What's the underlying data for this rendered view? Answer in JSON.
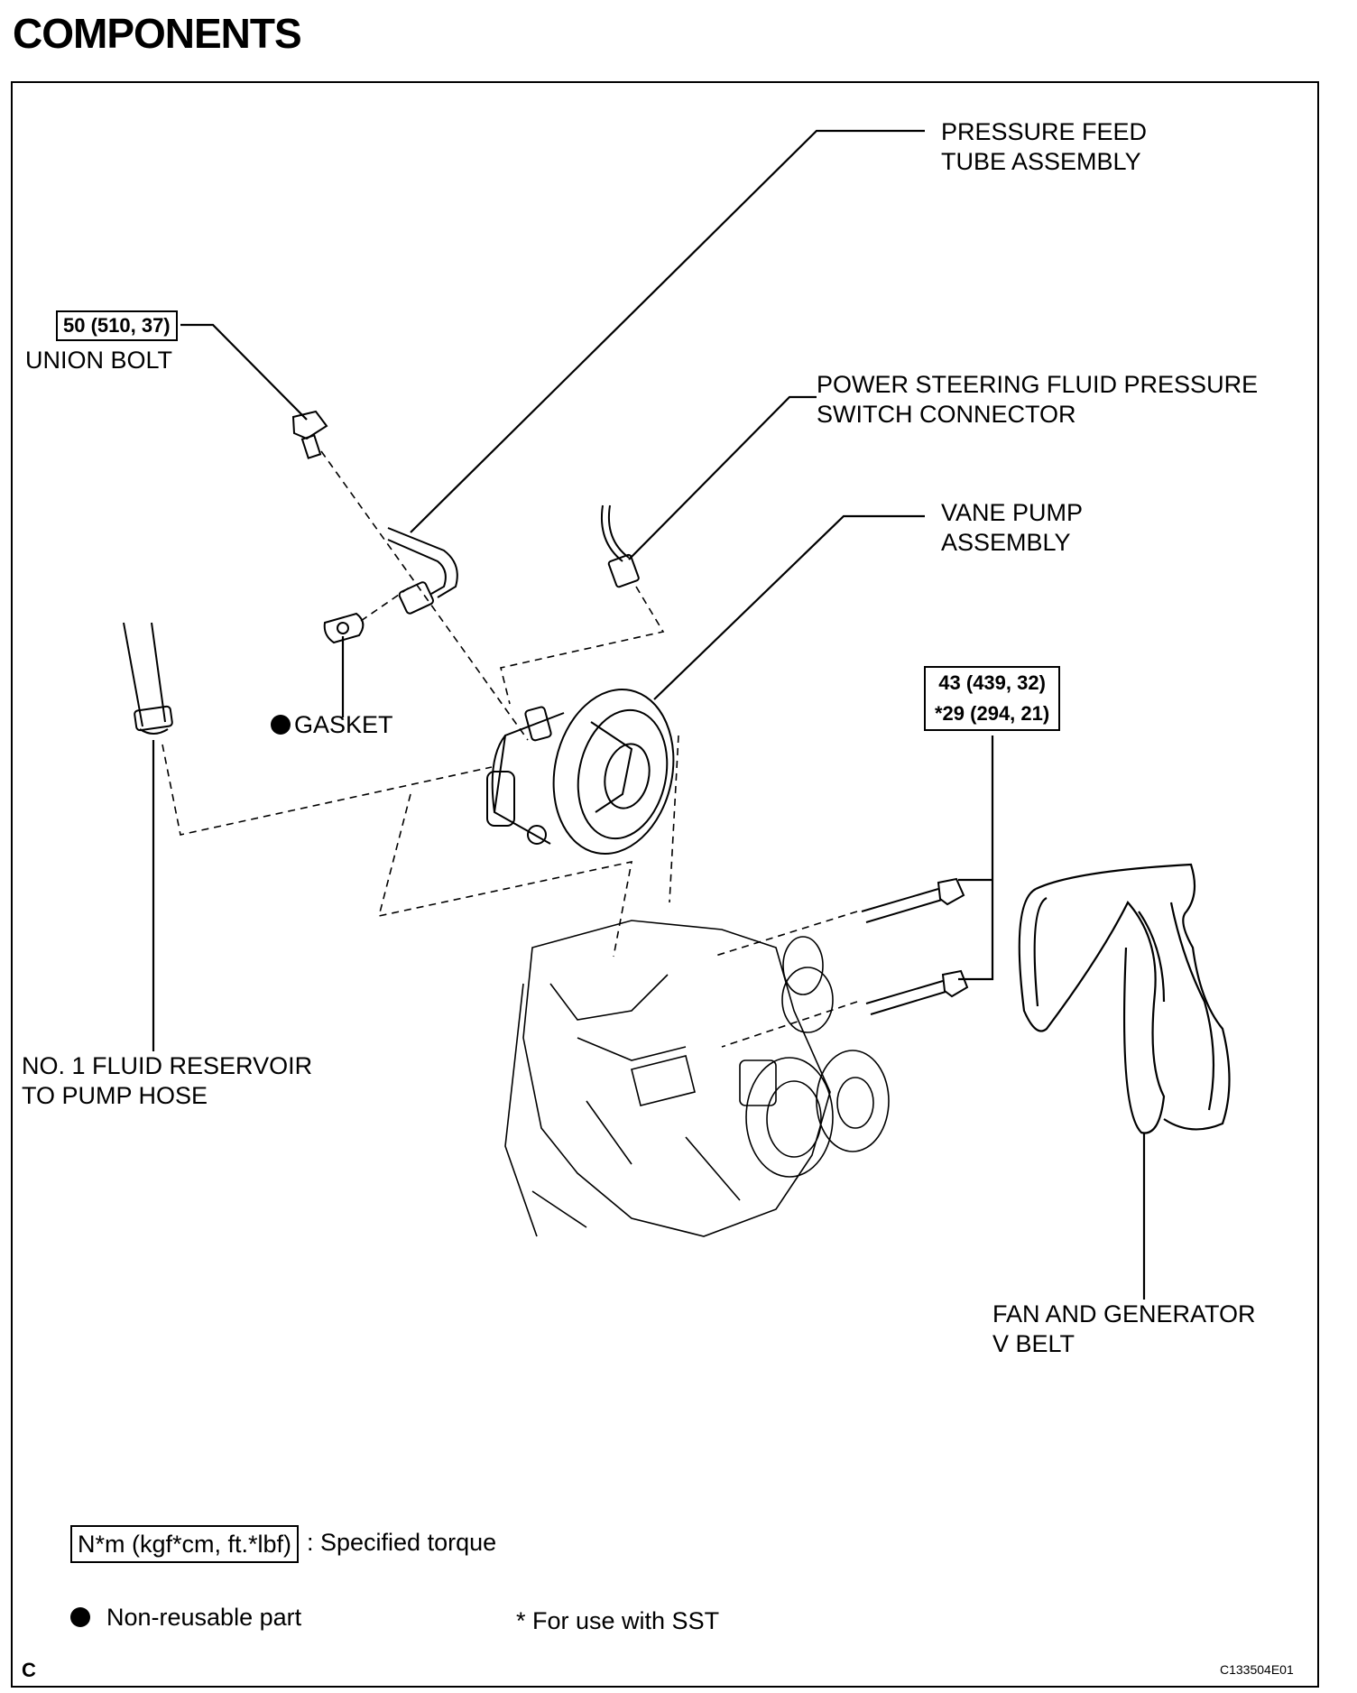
{
  "heading": "COMPONENTS",
  "labels": {
    "pressure_feed_line1": "PRESSURE FEED",
    "pressure_feed_line2": "TUBE ASSEMBLY",
    "union_bolt": "UNION BOLT",
    "power_steering_line1": "POWER STEERING FLUID PRESSURE",
    "power_steering_line2": "SWITCH CONNECTOR",
    "vane_pump_line1": "VANE PUMP",
    "vane_pump_line2": "ASSEMBLY",
    "gasket": "GASKET",
    "reservoir_line1": "NO. 1 FLUID RESERVOIR",
    "reservoir_line2": "TO PUMP HOSE",
    "belt_line1": "FAN AND GENERATOR",
    "belt_line2": "V BELT"
  },
  "torque": {
    "union_bolt": "50 (510, 37)",
    "pump_bolt": "43 (439, 32)",
    "pump_bolt_sst": "*29 (294, 21)"
  },
  "legend": {
    "torque_unit": "N*m (kgf*cm, ft.*lbf)",
    "torque_desc": ": Specified torque",
    "non_reusable": "Non-reusable part",
    "sst_note": "* For use with SST"
  },
  "footer": {
    "left_code": "C",
    "figure_id": "C133504E01"
  }
}
